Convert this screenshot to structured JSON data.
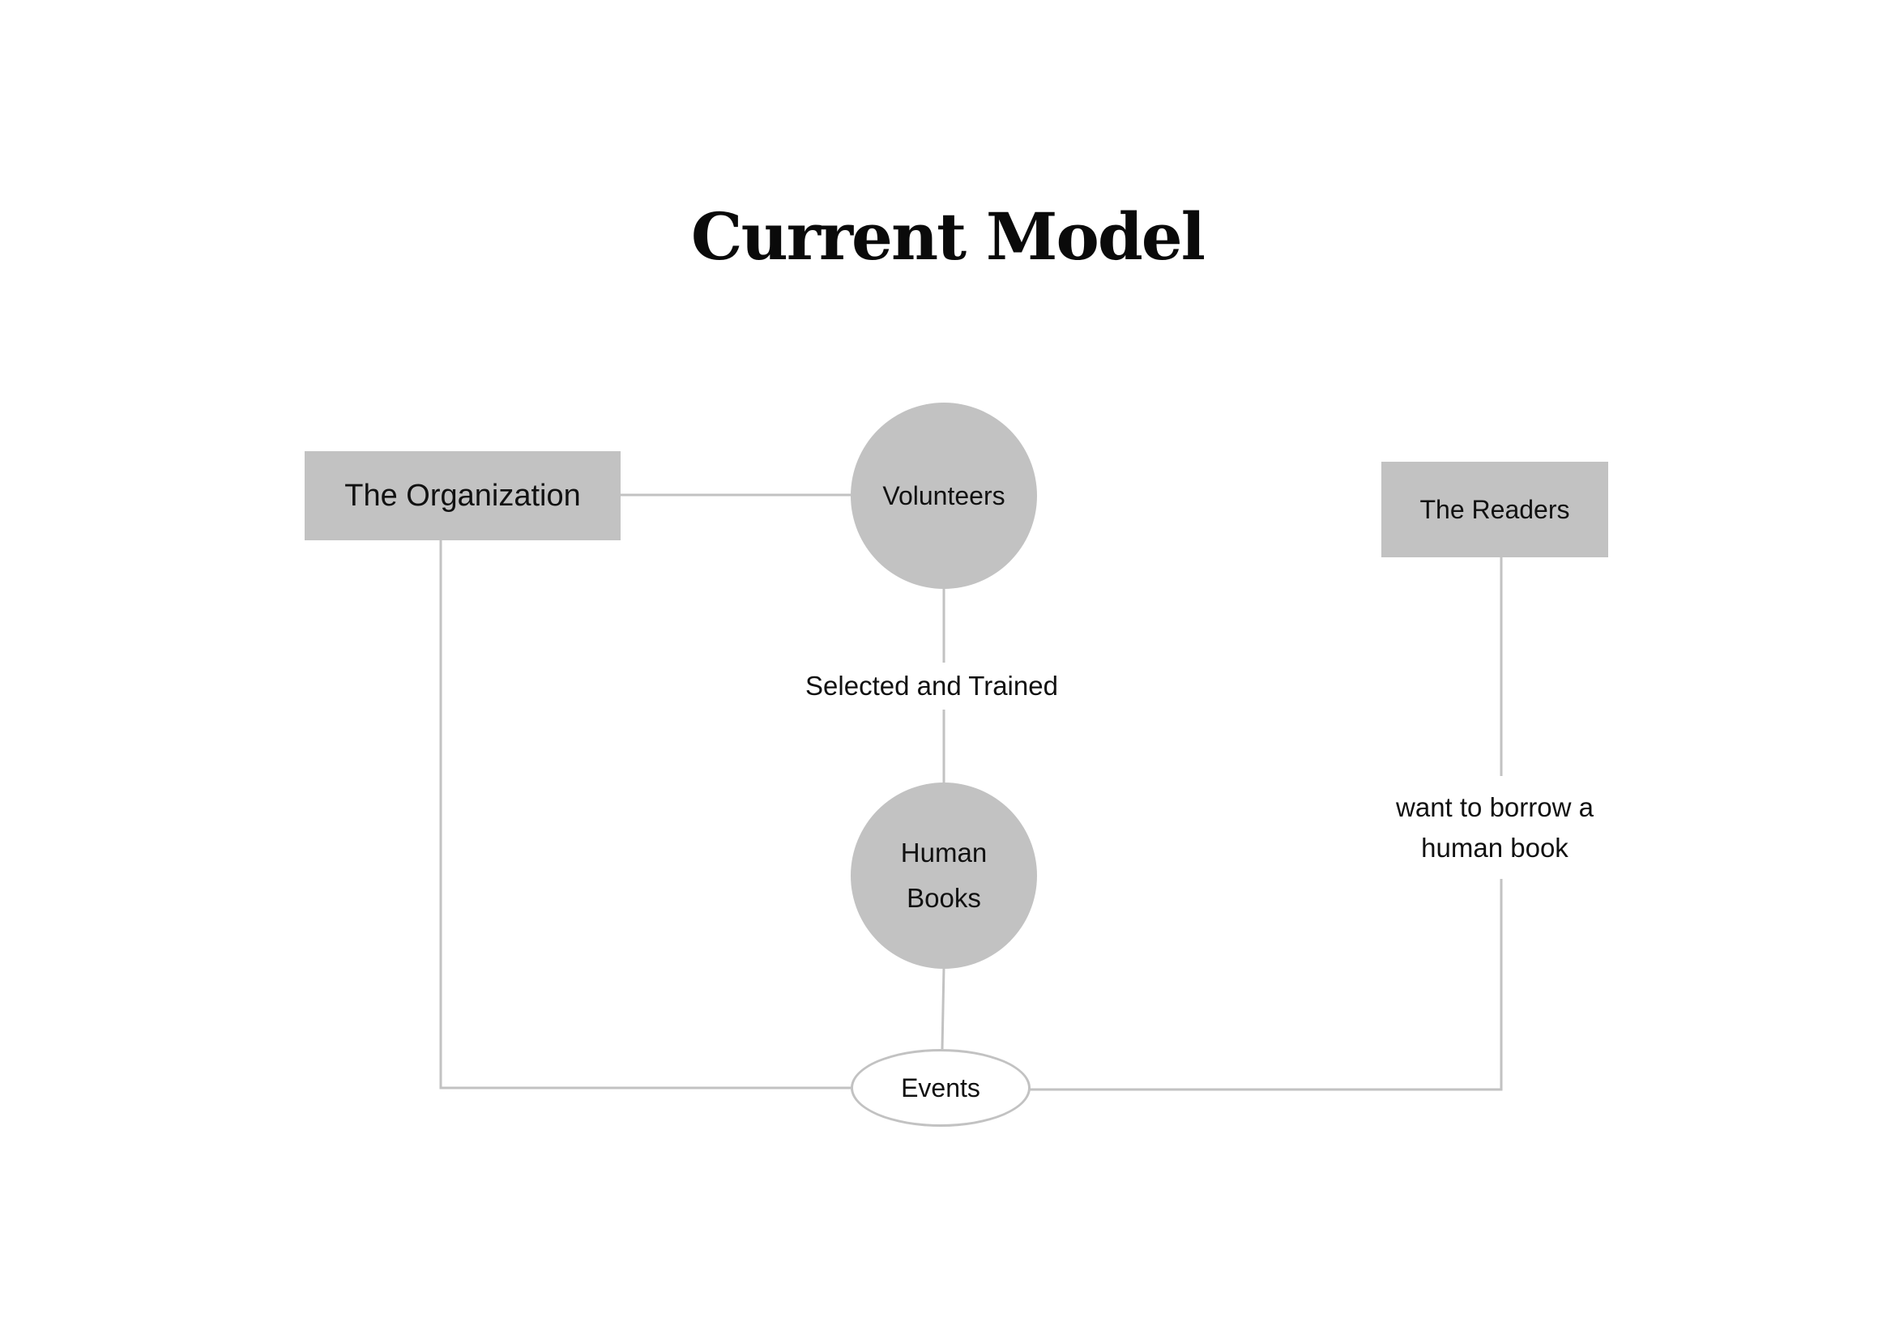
{
  "title": "Current Model",
  "colors": {
    "node_fill": "#c2c2c2",
    "line": "#c2c2c2",
    "text": "#111111",
    "background": "#ffffff"
  },
  "nodes": {
    "organization": "The Organization",
    "volunteers": "Volunteers",
    "readers": "The Readers",
    "human_books_line1": "Human",
    "human_books_line2": "Books",
    "events": "Events"
  },
  "edge_labels": {
    "selected_and_trained": "Selected and Trained",
    "want_to_borrow_line1": "want to borrow a",
    "want_to_borrow_line2": "human book"
  }
}
